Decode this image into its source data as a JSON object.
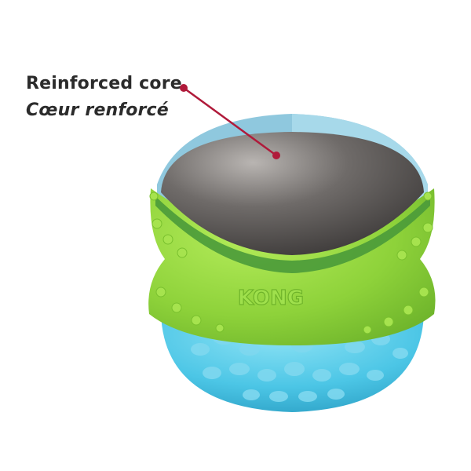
{
  "callout": {
    "label_en": "Reinforced core",
    "label_fr": "Cœur renforcé",
    "line_color": "#b01a3a"
  },
  "product": {
    "brand_text": "KONG",
    "colors": {
      "outer_green": "#8fd13a",
      "inner_green": "#4a9a3a",
      "shell_blue": "#8fc8de",
      "core_gray": "#6e6a68",
      "bottom_blue": "#4cc6e6"
    }
  }
}
